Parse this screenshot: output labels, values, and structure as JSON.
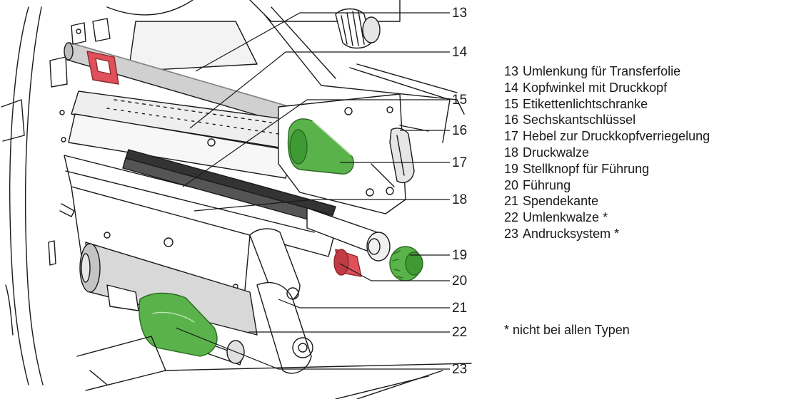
{
  "callouts": [
    "13",
    "14",
    "15",
    "16",
    "17",
    "18",
    "19",
    "20",
    "21",
    "22",
    "23"
  ],
  "legend": [
    {
      "num": "13",
      "text": "Umlenkung für Transferfolie"
    },
    {
      "num": "14",
      "text": "Kopfwinkel mit Druckkopf"
    },
    {
      "num": "15",
      "text": "Etikettenlichtschranke"
    },
    {
      "num": "16",
      "text": "Sechskantschlüssel"
    },
    {
      "num": "17",
      "text": "Hebel zur Druckkopfverriegelung"
    },
    {
      "num": "18",
      "text": "Druckwalze"
    },
    {
      "num": "19",
      "text": "Stellknopf für Führung"
    },
    {
      "num": "20",
      "text": "Führung"
    },
    {
      "num": "21",
      "text": "Spendekante"
    },
    {
      "num": "22",
      "text": "Umlenkwalze *"
    },
    {
      "num": "23",
      "text": "Andrucksystem *"
    }
  ],
  "footnote": "* nicht bei allen Typen",
  "colors": {
    "green": "#5ab24a",
    "red": "#e0505a",
    "line": "#1a1a1a",
    "metal": "#cfcfcf"
  }
}
